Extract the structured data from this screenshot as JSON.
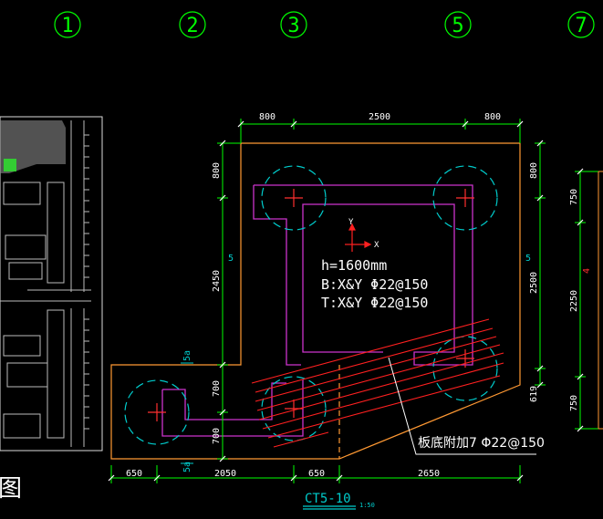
{
  "grid_axes": [
    "1",
    "2",
    "3",
    "5",
    "7"
  ],
  "dimensions": {
    "top": [
      "800",
      "2500",
      "800"
    ],
    "left": [
      "800",
      "2450",
      "700",
      "700"
    ],
    "right": [
      "800",
      "2500",
      "619"
    ],
    "far_right": [
      "750",
      "2250",
      "750"
    ],
    "bottom": [
      "650",
      "2050",
      "650",
      "2650"
    ],
    "section_marks": [
      "5",
      "5",
      "5a",
      "5a",
      "4"
    ]
  },
  "cap_notes": {
    "thickness": "h=1600mm",
    "bottom": "B:X&Y  Φ22@150",
    "top": "T:X&Y  Φ22@150"
  },
  "axis_marker": {
    "x": "X",
    "y": "Y"
  },
  "extra_rebar_note": "板底附加7 Φ22@150",
  "drawing_title": "CT5-10",
  "drawing_scale": "1:50",
  "left_partial_title": "图",
  "colors": {
    "background": "#000000",
    "grid_bubble": "#00ff00",
    "outline": "#ff9933",
    "beam": "#cc33cc",
    "pile": "#00cccc",
    "rebar": "#ff2020",
    "text": "#ffffff",
    "dim": "#ffffff"
  }
}
